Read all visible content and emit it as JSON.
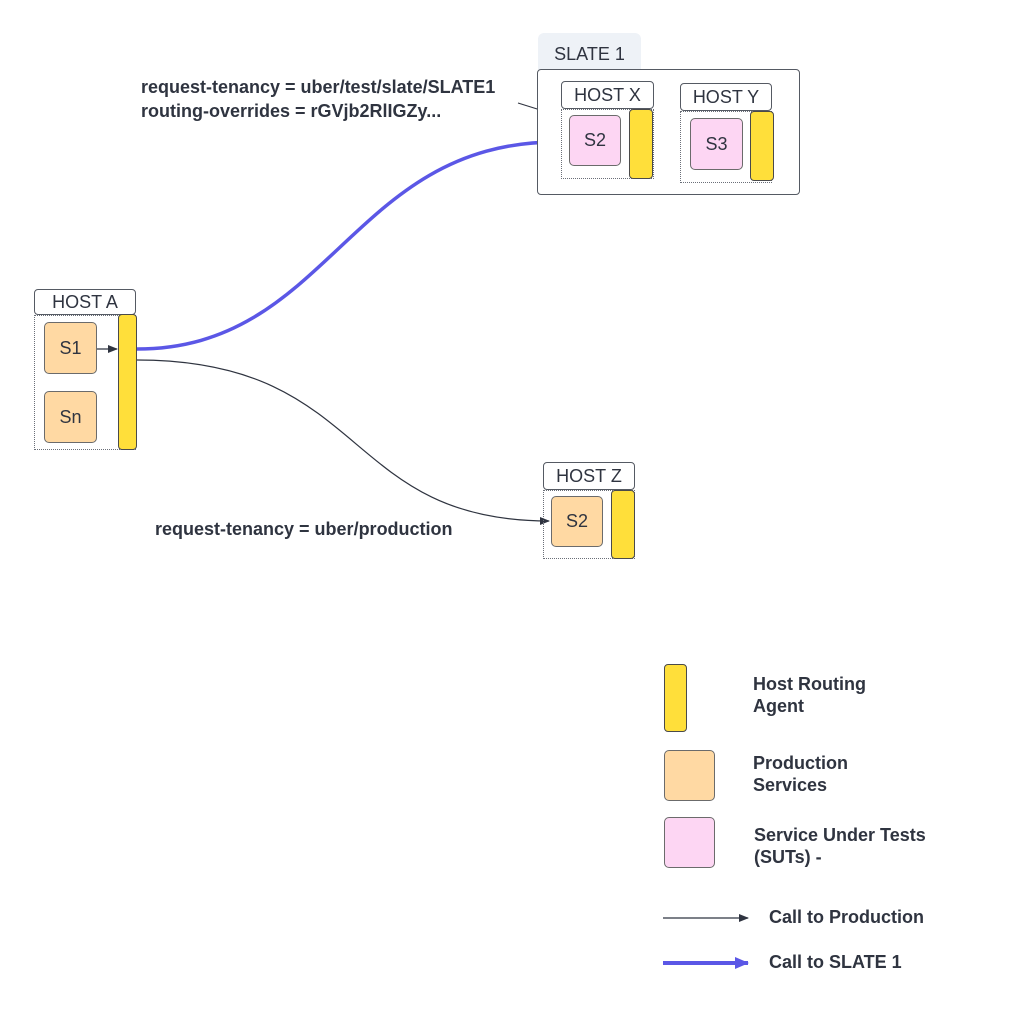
{
  "slate": {
    "title": "SLATE 1"
  },
  "hosts": {
    "host_a": {
      "label": "HOST A",
      "services": [
        "S1",
        "Sn"
      ]
    },
    "host_x": {
      "label": "HOST X",
      "service": "S2"
    },
    "host_y": {
      "label": "HOST Y",
      "service": "S3"
    },
    "host_z": {
      "label": "HOST Z",
      "service": "S2"
    }
  },
  "annotations": {
    "slate_call_line1": "request-tenancy =  uber/test/slate/SLATE1",
    "slate_call_line2": "routing-overrides =  rGVjb2RlIGZy...",
    "production_call": "request-tenancy = uber/production"
  },
  "legend": {
    "host_routing_agent": [
      "Host  Routing",
      "Agent"
    ],
    "production_services": [
      "Production",
      "Services"
    ],
    "service_under_tests": [
      "Service Under Tests",
      "(SUTs) -"
    ],
    "call_to_production": "Call to Production",
    "call_to_slate": "Call to SLATE 1"
  },
  "colors": {
    "agent_yellow": "#ffdf3a",
    "production_orange": "#ffd9a3",
    "sut_pink": "#fdd6f3",
    "slate_call_blue": "#5b57e6",
    "production_call_dark": "#2f3440"
  }
}
